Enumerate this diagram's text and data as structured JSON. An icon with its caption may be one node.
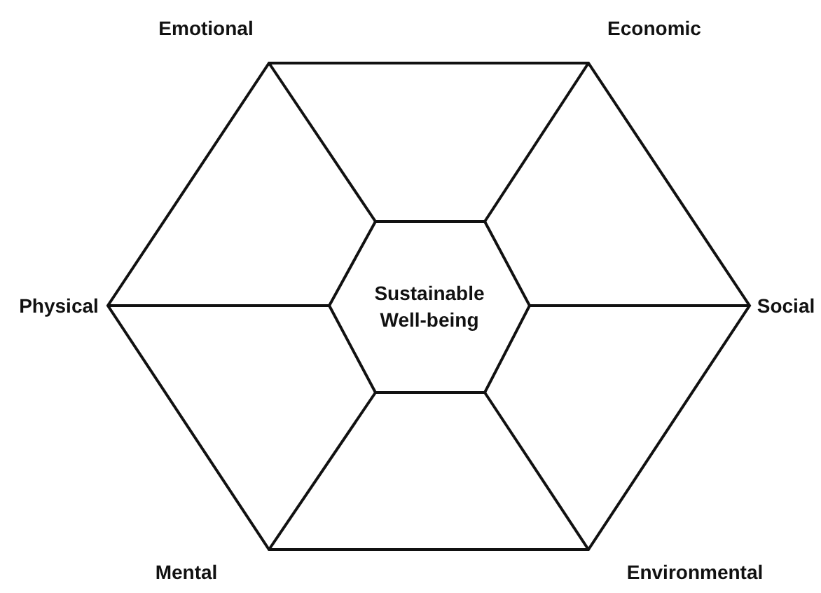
{
  "diagram": {
    "nodes": [
      {
        "text": [],
        "shape": "hexagon",
        "beside": [
          "Emotional",
          "Economic",
          "Physical",
          "Social",
          "Mental",
          "Environmental"
        ]
      },
      {
        "text": [
          "Sustainable Well-being"
        ],
        "in": 0
      }
    ],
    "edges": [
      {
        "from": 1,
        "to": 0,
        "arrow": "none"
      },
      {
        "from": 1,
        "to": 0,
        "arrow": "none"
      },
      {
        "from": 1,
        "to": 0,
        "arrow": "none"
      },
      {
        "from": 1,
        "to": 0,
        "arrow": "none"
      },
      {
        "from": 1,
        "to": 0,
        "arrow": "none"
      },
      {
        "from": 1,
        "to": 0,
        "arrow": "none"
      }
    ]
  }
}
